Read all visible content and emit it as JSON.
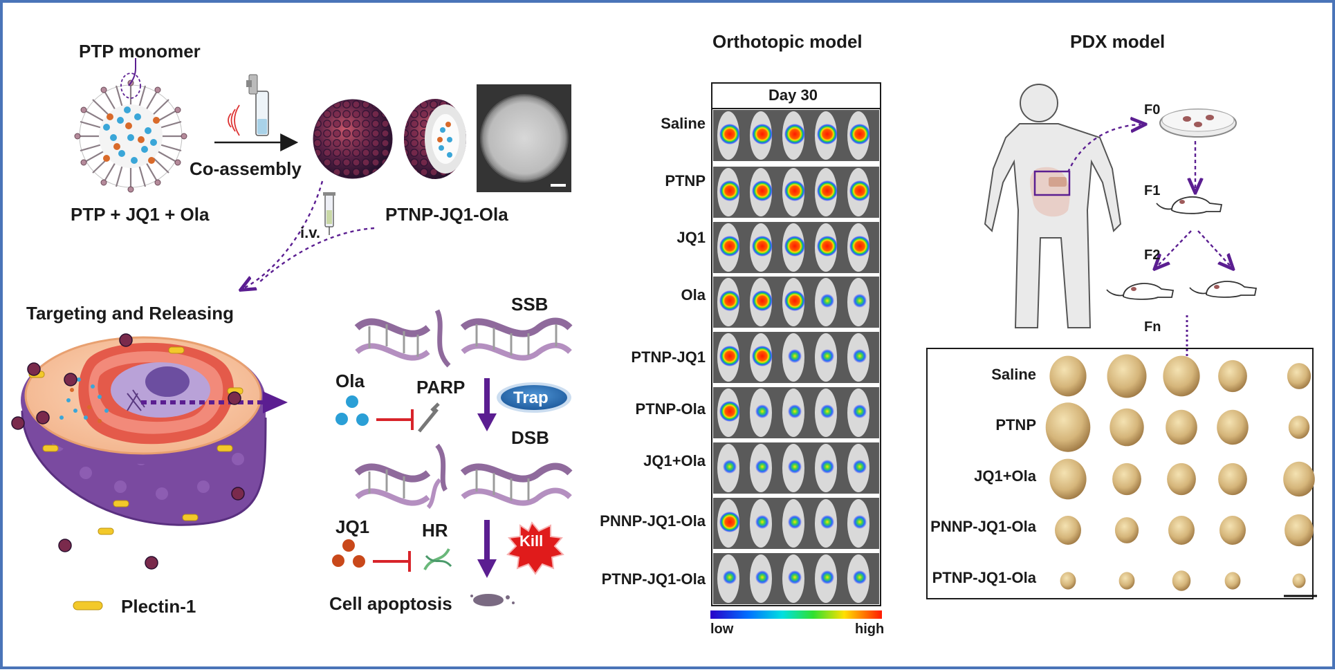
{
  "left_panel": {
    "monomer_label": "PTP monomer",
    "process_label": "Co-assembly",
    "mixture_label": "PTP + JQ1 + Ola",
    "nanoparticle_label": "PTNP-JQ1-Ola",
    "injection_label": "i.v.",
    "targeting_label": "Targeting and Releasing",
    "legend_label": "Plectin-1"
  },
  "mechanism": {
    "ssb_label": "SSB",
    "dsb_label": "DSB",
    "ola_label": "Ola",
    "parp_label": "PARP",
    "trap_label": "Trap",
    "jq1_label": "JQ1",
    "hr_label": "HR",
    "kill_label": "Kill",
    "apoptosis_label": "Cell apoptosis"
  },
  "orthotopic": {
    "title": "Orthotopic model",
    "day_label": "Day 30",
    "rows": [
      "Saline",
      "PTNP",
      "JQ1",
      "Ola",
      "PTNP-JQ1",
      "PTNP-Ola",
      "JQ1+Ola",
      "PNNP-JQ1-Ola",
      "PTNP-JQ1-Ola"
    ],
    "scale_low": "low",
    "scale_high": "high"
  },
  "pdx": {
    "title": "PDX model",
    "generations": [
      "F0",
      "F1",
      "F2",
      "Fn"
    ],
    "rows": [
      "Saline",
      "PTNP",
      "JQ1+Ola",
      "PNNP-JQ1-Ola",
      "PTNP-JQ1-Ola"
    ]
  },
  "colors": {
    "border": "#4a74b8",
    "arrow_purple": "#5b1e91",
    "inhibit_red": "#d8242a",
    "trap_blue": "#2f73b5",
    "kill_red": "#e01b1b"
  }
}
